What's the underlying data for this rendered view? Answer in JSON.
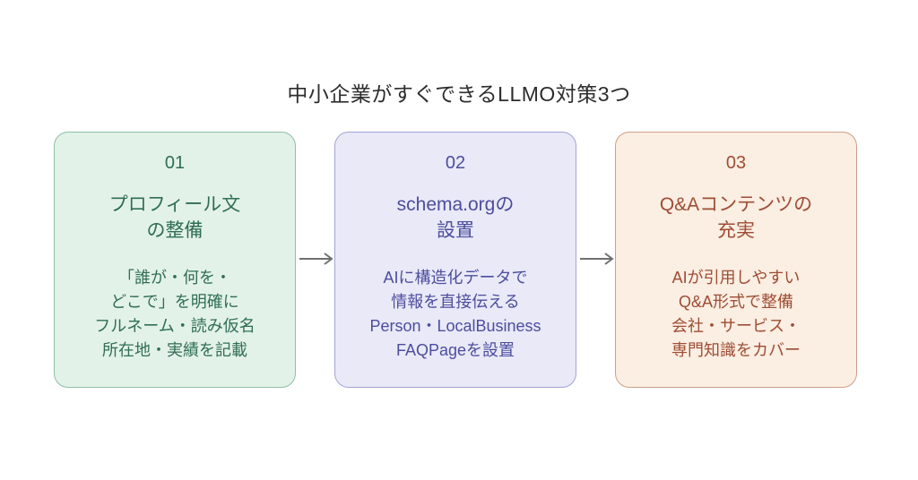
{
  "title": "中小企業がすぐできるLLMO対策3つ",
  "arrow": {
    "color": "#6f6f6f"
  },
  "steps": [
    {
      "number": "01",
      "heading": [
        "プロフィール文",
        "の整備"
      ],
      "body": [
        "「誰が・何を・",
        "どこで」を明確に",
        "フルネーム・読み仮名",
        "所在地・実績を記載"
      ],
      "bg": "#e3f2e9",
      "border": "#8ebfa7",
      "text": "#2f6e54"
    },
    {
      "number": "02",
      "heading": [
        "schema.orgの",
        "設置"
      ],
      "body": [
        "AIに構造化データで",
        "情報を直接伝える",
        "Person・LocalBusiness",
        "FAQPageを設置"
      ],
      "bg": "#e9e9f8",
      "border": "#a3a3d4",
      "text": "#4d4d9e"
    },
    {
      "number": "03",
      "heading": [
        "Q&Aコンテンツの",
        "充実"
      ],
      "body": [
        "AIが引用しやすい",
        "Q&A形式で整備",
        "会社・サービス・",
        "専門知識をカバー"
      ],
      "bg": "#fbeee2",
      "border": "#cda08b",
      "text": "#9e4d34"
    }
  ]
}
